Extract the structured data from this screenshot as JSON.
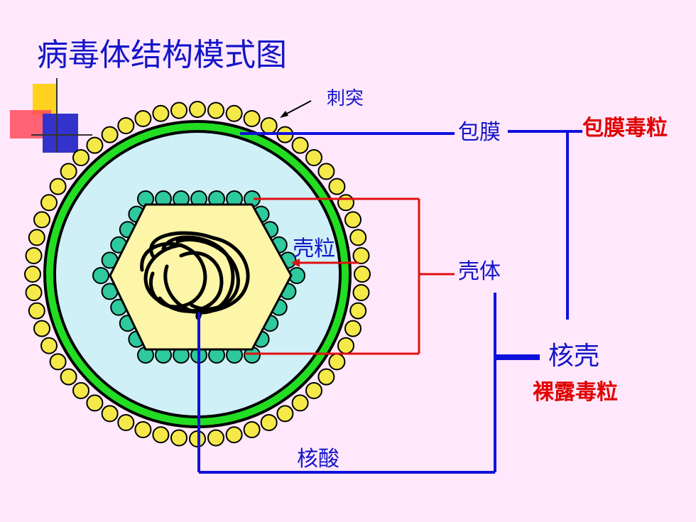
{
  "title": "病毒体结构模式图",
  "labels": {
    "spike": "刺突",
    "envelope": "包膜",
    "envelope_virion": "包膜毒粒",
    "capsomere": "壳粒",
    "capsid": "壳体",
    "nucleocapsid": "核壳",
    "naked_virion": "裸露毒粒",
    "nucleic_acid": "核酸"
  },
  "colors": {
    "background": "#ffe8fb",
    "spike": "#f5e94a",
    "envelope": "#22dd22",
    "inner": "#cff0f6",
    "capsomere": "#2ec99c",
    "core": "#fdf5a8",
    "blue_line": "#1010dd",
    "red_line": "#e01010"
  }
}
